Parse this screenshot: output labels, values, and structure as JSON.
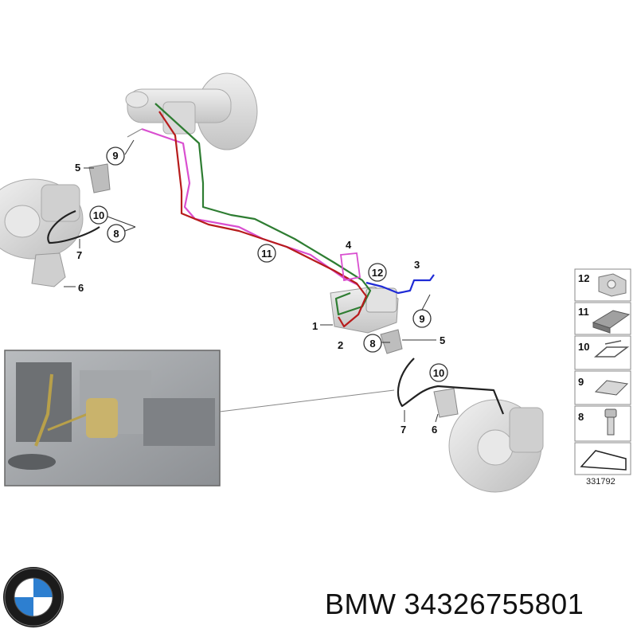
{
  "brand": {
    "name": "BMW",
    "part_number": "34326755801"
  },
  "diagram": {
    "reference_number": "331792",
    "callouts": [
      {
        "id": "c1",
        "label": "1"
      },
      {
        "id": "c2",
        "label": "2"
      },
      {
        "id": "c3",
        "label": "3"
      },
      {
        "id": "c4",
        "label": "4"
      },
      {
        "id": "c5a",
        "label": "5"
      },
      {
        "id": "c5b",
        "label": "5"
      },
      {
        "id": "c6a",
        "label": "6"
      },
      {
        "id": "c6b",
        "label": "6"
      },
      {
        "id": "c7a",
        "label": "7"
      },
      {
        "id": "c7b",
        "label": "7"
      },
      {
        "id": "c8a",
        "label": "8"
      },
      {
        "id": "c8b",
        "label": "8"
      },
      {
        "id": "c9a",
        "label": "9"
      },
      {
        "id": "c9b",
        "label": "9"
      },
      {
        "id": "c10a",
        "label": "10"
      },
      {
        "id": "c10b",
        "label": "10"
      },
      {
        "id": "c11",
        "label": "11"
      },
      {
        "id": "c12",
        "label": "12"
      }
    ],
    "legend": [
      {
        "label": "12",
        "icon": "clip-12-icon"
      },
      {
        "label": "11",
        "icon": "pipe-holder-icon"
      },
      {
        "label": "10",
        "icon": "spring-clip-icon"
      },
      {
        "label": "9",
        "icon": "retaining-plate-icon"
      },
      {
        "label": "8",
        "icon": "bolt-icon"
      }
    ],
    "line_colors": {
      "pink": "#d94fd0",
      "green": "#2e7d32",
      "red": "#b71c1c",
      "blue": "#1f2bd6",
      "black": "#222222"
    }
  }
}
